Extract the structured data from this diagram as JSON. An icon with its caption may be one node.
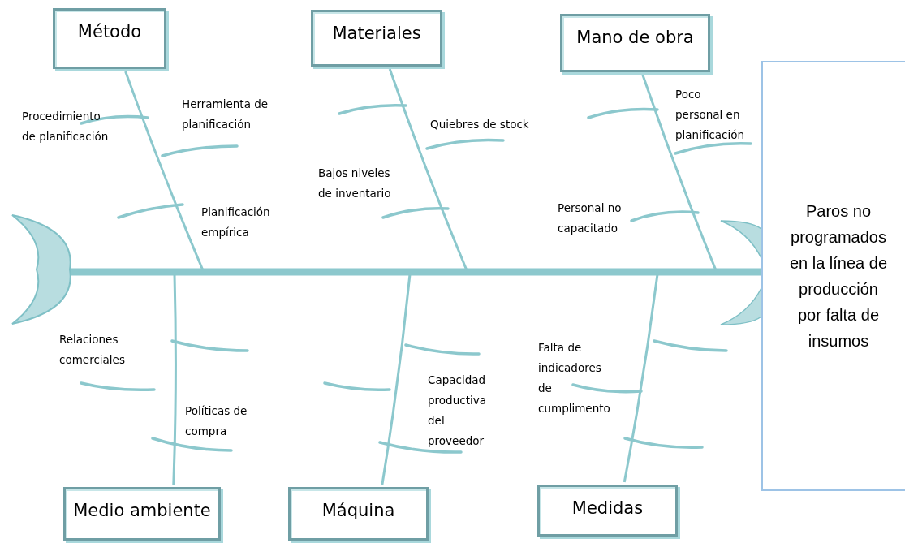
{
  "diagram": {
    "nodes": [
      {
        "text": [
          "Método"
        ]
      },
      {
        "text": [
          "Materiales"
        ]
      },
      {
        "text": [
          "Mano de obra"
        ]
      },
      {
        "text": [
          "Paros no programados en la línea de producción por falta de insumos"
        ]
      },
      {
        "text": [],
        "shape": "crescent"
      },
      {
        "text": [
          "Medio ambiente"
        ]
      },
      {
        "text": [
          "Máquina"
        ]
      },
      {
        "text": [
          "Medidas"
        ]
      }
    ],
    "edges": [
      {
        "from": 4,
        "to": 3,
        "arrow": "none",
        "style": "thick"
      },
      {
        "from": 0,
        "to": null,
        "arrow": "none"
      },
      {
        "from": 1,
        "to": null,
        "arrow": "none"
      },
      {
        "from": 2,
        "to": null,
        "arrow": "none"
      },
      {
        "from": 5,
        "to": null,
        "arrow": "none"
      },
      {
        "from": 6,
        "to": null,
        "arrow": "none"
      },
      {
        "from": 7,
        "to": null,
        "arrow": "none"
      }
    ],
    "labels": [
      "Procedimiento de planificación",
      "Herramienta de planificación",
      "Quiebres de stock",
      "Poco personal en planificación",
      "Bajos niveles de inventario",
      "Personal no capacitado",
      "Planificación empírica",
      "Relaciones comerciales",
      "Falta de indicadores de cumplimento",
      "Capacidad productiva del proveedor",
      "Políticas de compra"
    ]
  }
}
